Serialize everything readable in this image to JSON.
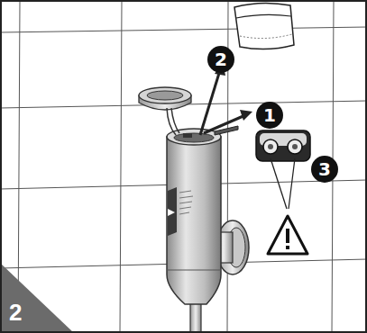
{
  "diagram": {
    "labels": [
      "2",
      "1",
      "3",
      "2"
    ]
  }
}
